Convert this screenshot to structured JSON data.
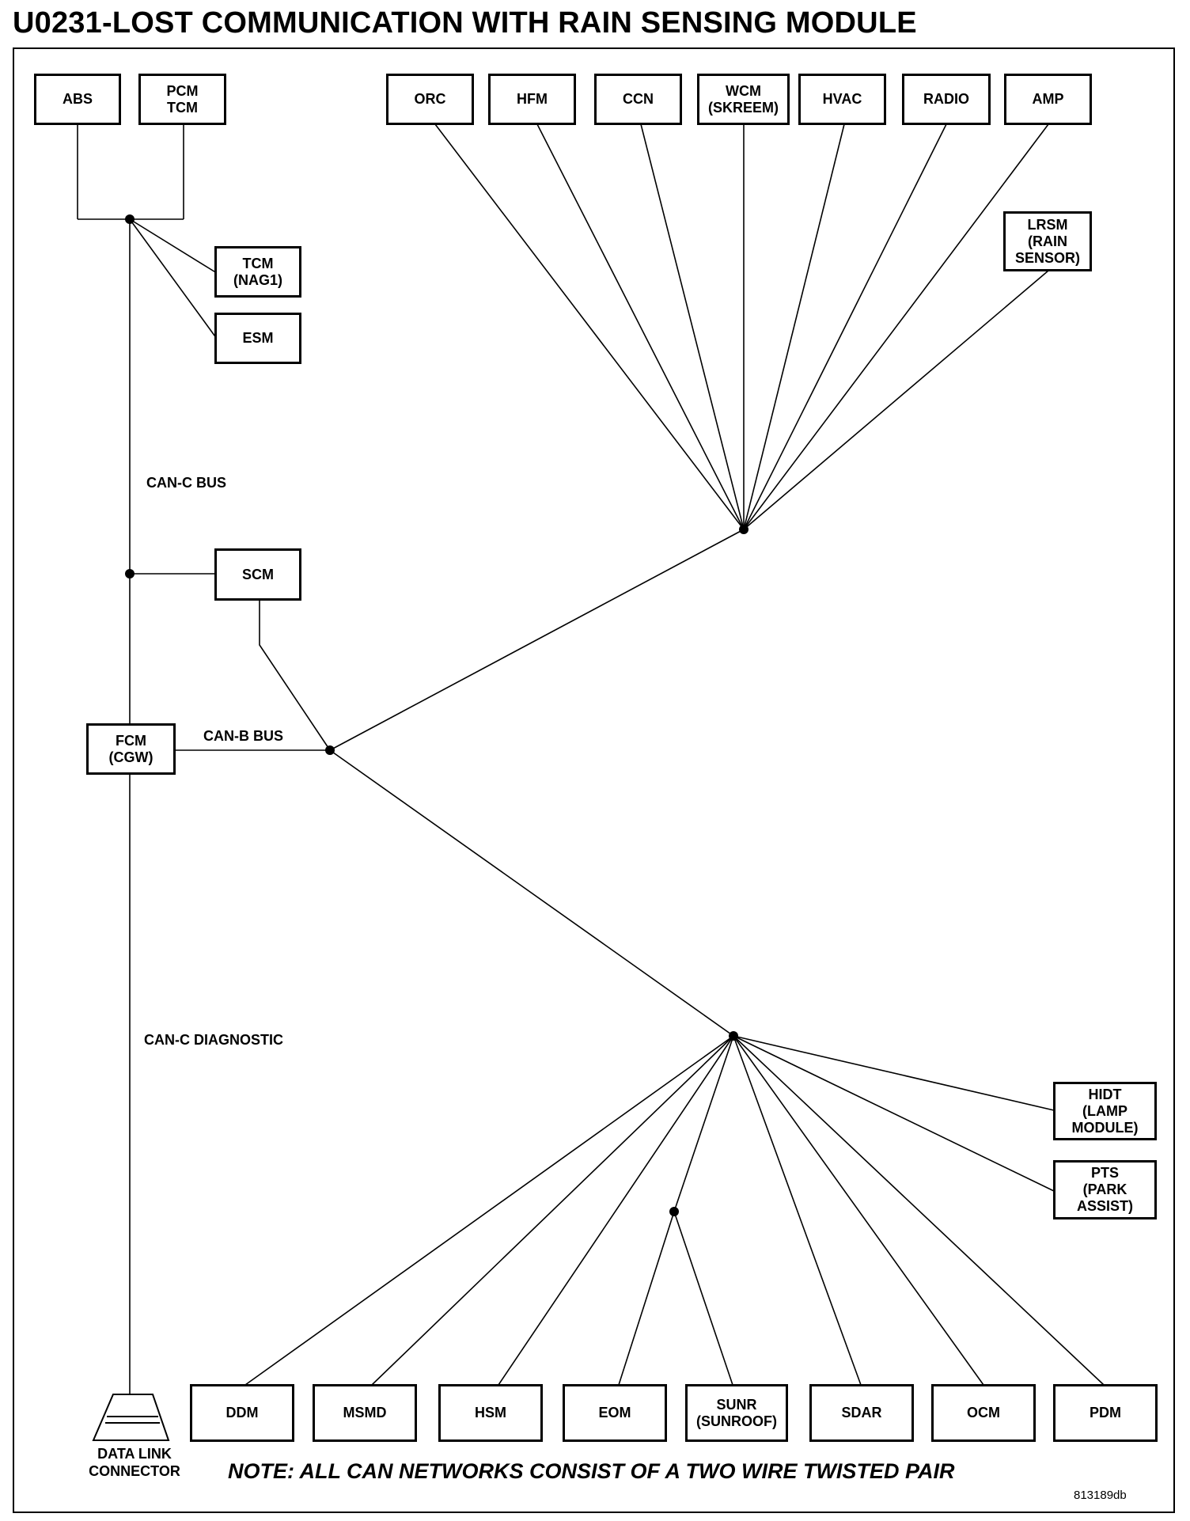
{
  "title": "U0231-LOST COMMUNICATION WITH RAIN SENSING MODULE",
  "modules": {
    "abs": "ABS",
    "pcm_tcm": "PCM\nTCM",
    "tcm_nag1": "TCM\n(NAG1)",
    "esm": "ESM",
    "scm": "SCM",
    "fcm": "FCM\n(CGW)",
    "orc": "ORC",
    "hfm": "HFM",
    "ccn": "CCN",
    "wcm": "WCM\n(SKREEM)",
    "hvac": "HVAC",
    "radio": "RADIO",
    "amp": "AMP",
    "lrsm": "LRSM\n(RAIN\nSENSOR)",
    "hidt": "HIDT\n(LAMP\nMODULE)",
    "pts": "PTS\n(PARK\nASSIST)",
    "ddm": "DDM",
    "msmd": "MSMD",
    "hsm": "HSM",
    "eom": "EOM",
    "sunr": "SUNR\n(SUNROOF)",
    "sdar": "SDAR",
    "ocm": "OCM",
    "pdm": "PDM"
  },
  "bus_labels": {
    "can_c_bus": "CAN-C BUS",
    "can_b_bus": "CAN-B BUS",
    "can_c_diagnostic": "CAN-C DIAGNOSTIC"
  },
  "data_link_connector": "DATA LINK\nCONNECTOR",
  "note": "NOTE: ALL CAN NETWORKS CONSIST OF A TWO WIRE TWISTED PAIR",
  "figure_id": "813189db"
}
